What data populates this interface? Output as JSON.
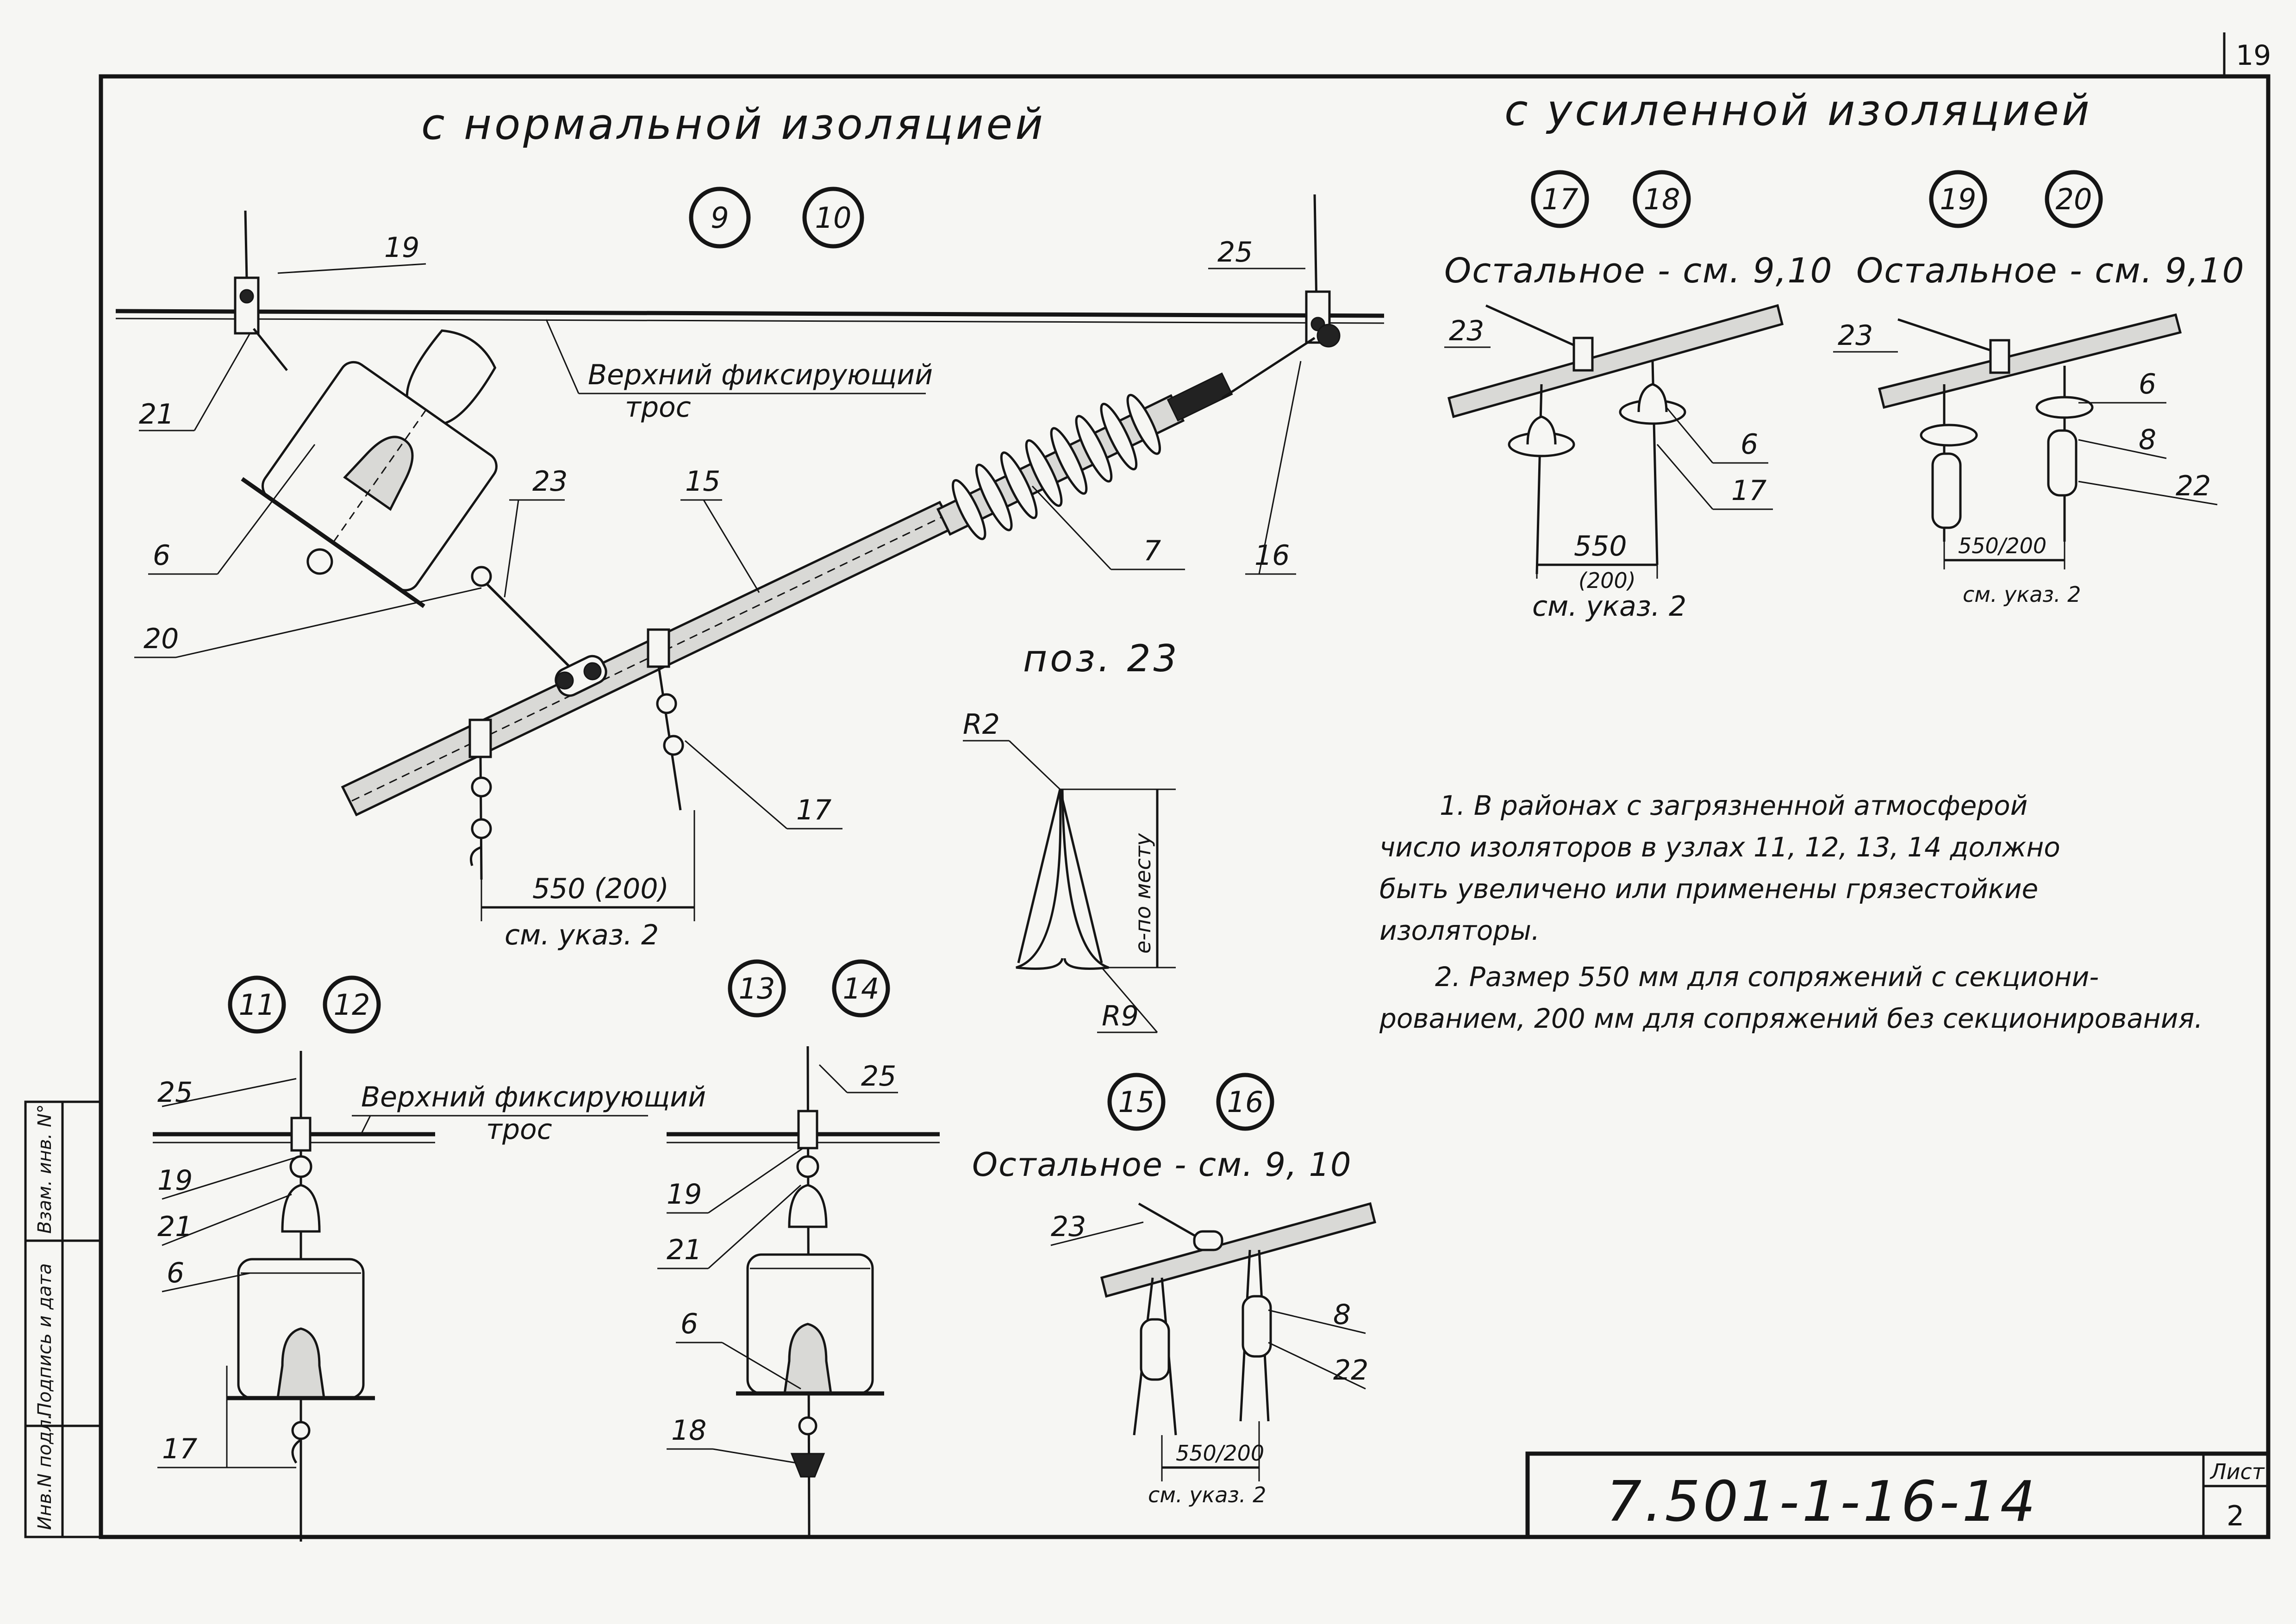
{
  "page_number": "19",
  "headings": {
    "normal": "с нормальной изоляцией",
    "reinforced": "с усиленной изоляцией"
  },
  "variant_circles": [
    "9",
    "10",
    "17",
    "18",
    "19",
    "20",
    "11",
    "12",
    "13",
    "14",
    "15",
    "16"
  ],
  "rest_see_label": "Остальное - см. 9, 10",
  "rest_see_label_b": "Остальное - см. 9,10",
  "upper_cable_label": {
    "line1": "Верхний фиксирующий",
    "line2": "трос"
  },
  "dimension": {
    "value": "550 (200)",
    "value_short": "550",
    "value_alt": "(200)",
    "compact": "550/200",
    "reference": "см. указ. 2"
  },
  "detail_pos": {
    "title": "поз. 23",
    "r_top": "R2",
    "r_bottom": "R9",
    "length_label": "е-по месту"
  },
  "position_numbers": {
    "main": [
      "19",
      "25",
      "21",
      "6",
      "23",
      "15",
      "7",
      "16",
      "20",
      "17"
    ],
    "variant_17_18": [
      "23",
      "6",
      "17"
    ],
    "variant_19_20": [
      "23",
      "6",
      "8",
      "22"
    ],
    "variant_11_12": [
      "25",
      "19",
      "21",
      "6",
      "17"
    ],
    "variant_13_14": [
      "25",
      "19",
      "21",
      "6",
      "18"
    ],
    "variant_15_16": [
      "23",
      "8",
      "22"
    ]
  },
  "notes": [
    "1. В районах с загрязненной атмосферой",
    "число изоляторов в узлах 11, 12, 13, 14   должно",
    "быть увеличено или применены грязестойкие",
    "изоляторы.",
    "2. Размер 550 мм для сопряжений с секциони-",
    "рованием, 200 мм для сопряжений без секционирования."
  ],
  "side_stamp": [
    "Инв.N подл.",
    "Подпись и дата",
    "Взам. инв. N°"
  ],
  "title_block": {
    "code": "7.501-1-16-14",
    "sheet_label": "Лист",
    "sheet_number": "2"
  }
}
